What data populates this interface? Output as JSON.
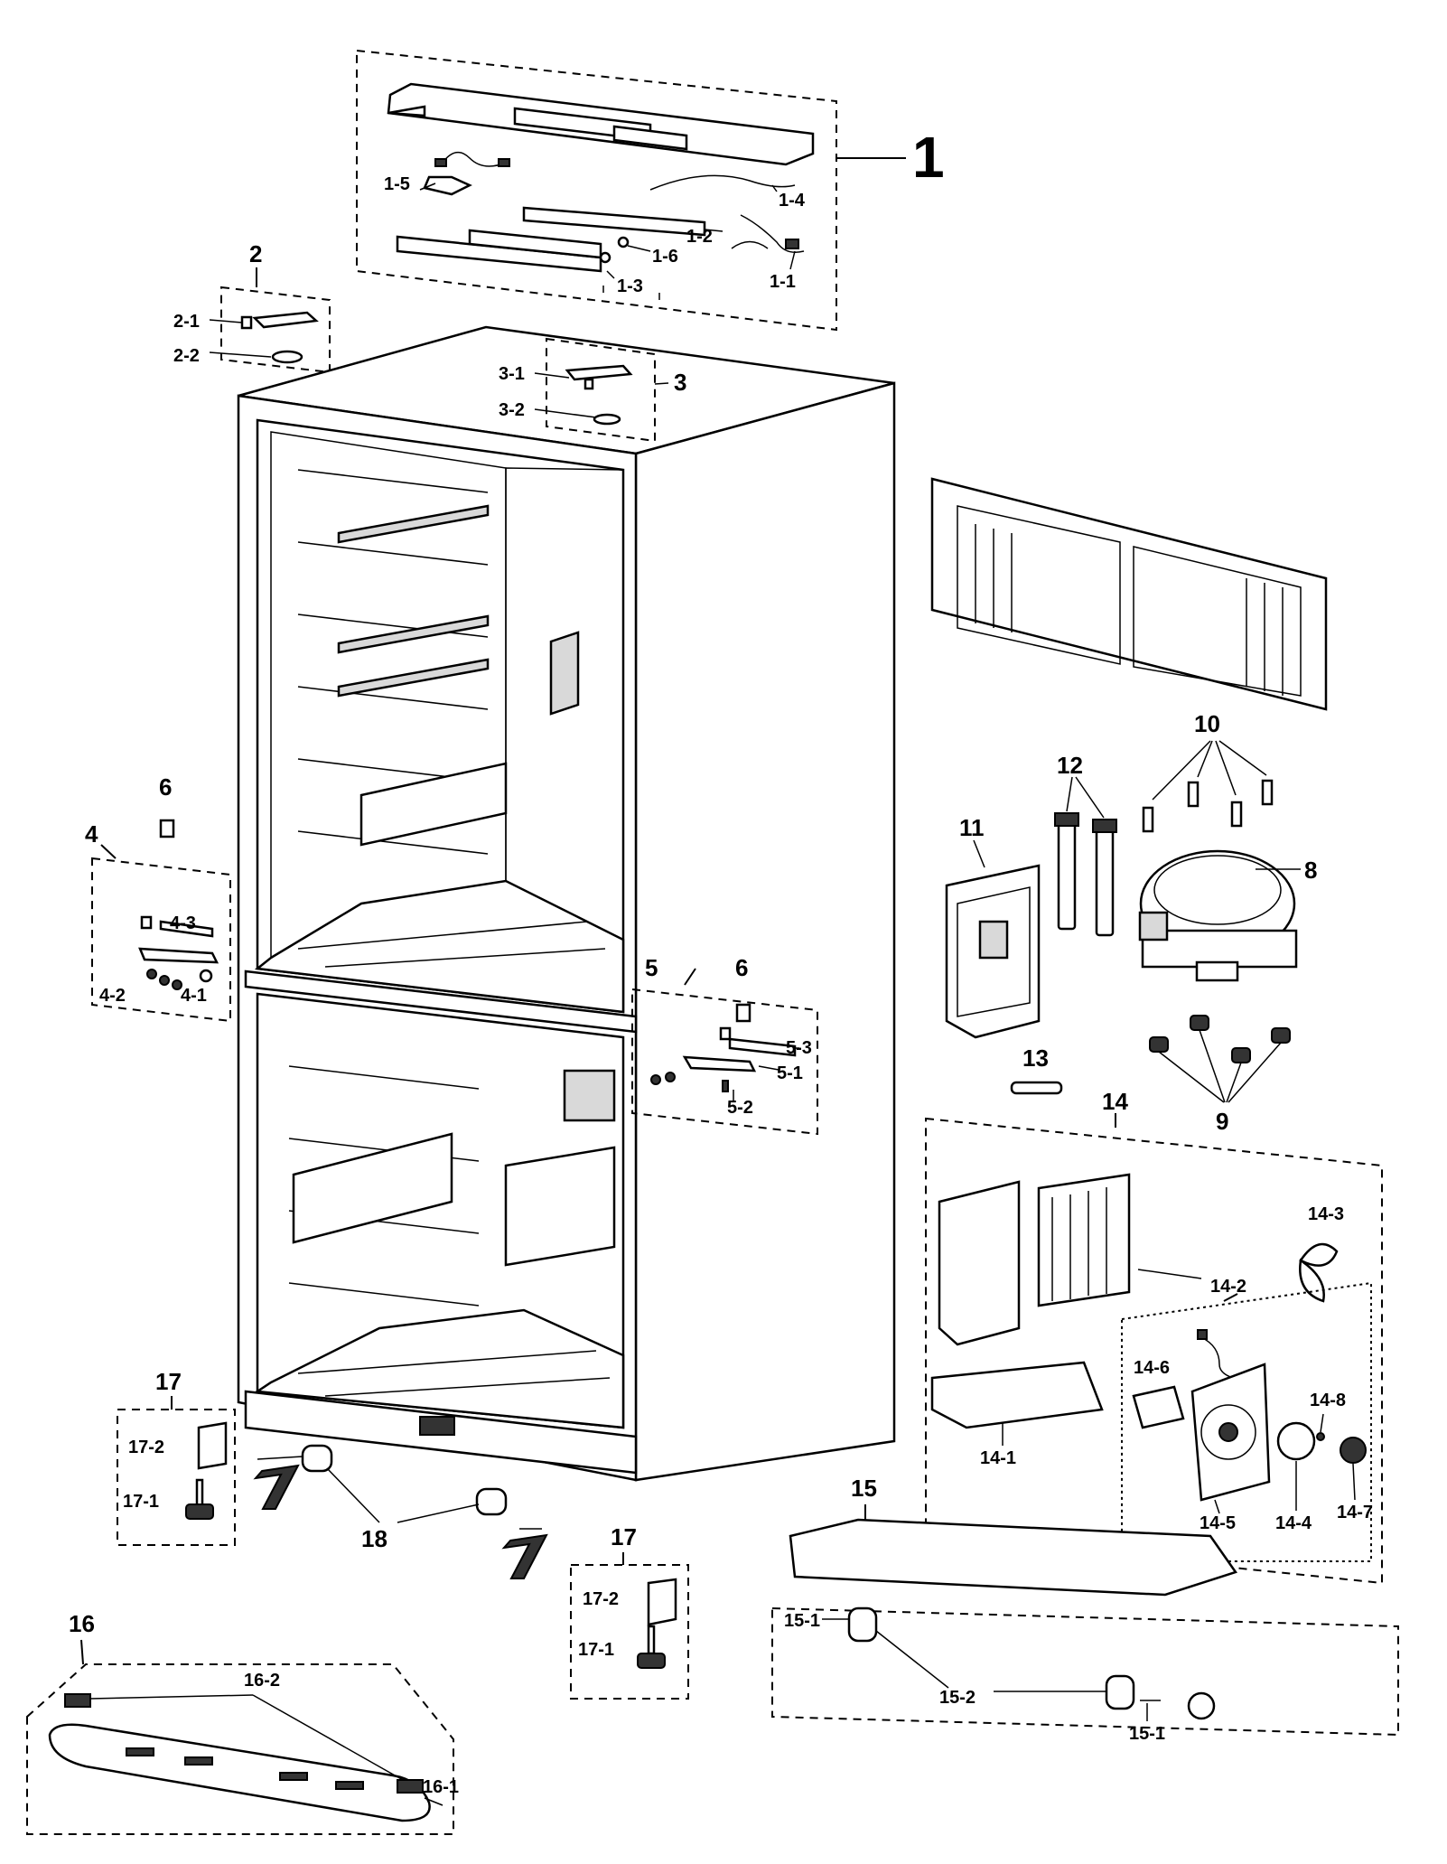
{
  "labels": {
    "a1": "1",
    "a1_1": "1-1",
    "a1_2": "1-2",
    "a1_3": "1-3",
    "a1_4": "1-4",
    "a1_5": "1-5",
    "a1_6": "1-6",
    "a2": "2",
    "a2_1": "2-1",
    "a2_2": "2-2",
    "a3": "3",
    "a3_1": "3-1",
    "a3_2": "3-2",
    "a4": "4",
    "a4_1": "4-1",
    "a4_2": "4-2",
    "a4_3": "4-3",
    "a5": "5",
    "a5_1": "5-1",
    "a5_2": "5-2",
    "a5_3": "5-3",
    "a6a": "6",
    "a6b": "6",
    "a8": "8",
    "a9": "9",
    "a10": "10",
    "a11": "11",
    "a12": "12",
    "a13": "13",
    "a14": "14",
    "a14_1": "14-1",
    "a14_2": "14-2",
    "a14_3": "14-3",
    "a14_4": "14-4",
    "a14_5": "14-5",
    "a14_6": "14-6",
    "a14_7": "14-7",
    "a14_8": "14-8",
    "a15": "15",
    "a15_1a": "15-1",
    "a15_1b": "15-1",
    "a15_2": "15-2",
    "a16": "16",
    "a16_1": "16-1",
    "a16_2": "16-2",
    "a17a": "17",
    "a17a_1": "17-1",
    "a17a_2": "17-2",
    "a17b": "17",
    "a17b_1": "17-1",
    "a17b_2": "17-2",
    "a18": "18"
  }
}
